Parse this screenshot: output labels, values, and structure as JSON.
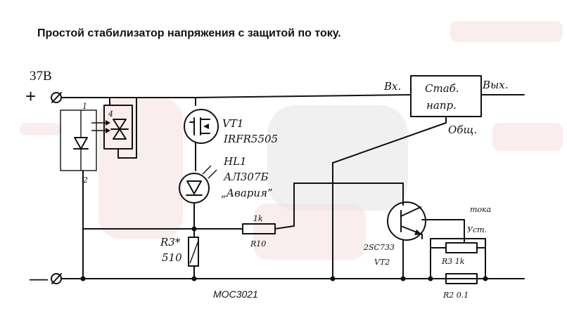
{
  "title": "Простой стабилизатор напряжения с защитой по току.",
  "supply": {
    "voltage": "37В",
    "plus": "+",
    "minus": "—"
  },
  "optocoupler": {
    "pin4": "4",
    "pin1": "1",
    "pin2": "2",
    "part_number": "MOC3021"
  },
  "vt1": {
    "ref": "VT1",
    "part": "IRFR5505"
  },
  "hl1": {
    "ref": "HL1",
    "part": "АЛ307Б",
    "note": "„Авария”"
  },
  "r3": {
    "ref": "R3*",
    "value": "510"
  },
  "r10": {
    "ref": "R10",
    "value": "1k"
  },
  "vt2": {
    "ref": "VT2",
    "part": "2SC733"
  },
  "stabilizer": {
    "line1": "Стаб.",
    "line2": "напр.",
    "in": "Вх.",
    "out": "Вых.",
    "common": "Общ."
  },
  "current_set": {
    "line1": "Уст.",
    "line2": "тока"
  },
  "r3b": {
    "label": "R3 1k"
  },
  "r2": {
    "label": "R2 0.1"
  }
}
